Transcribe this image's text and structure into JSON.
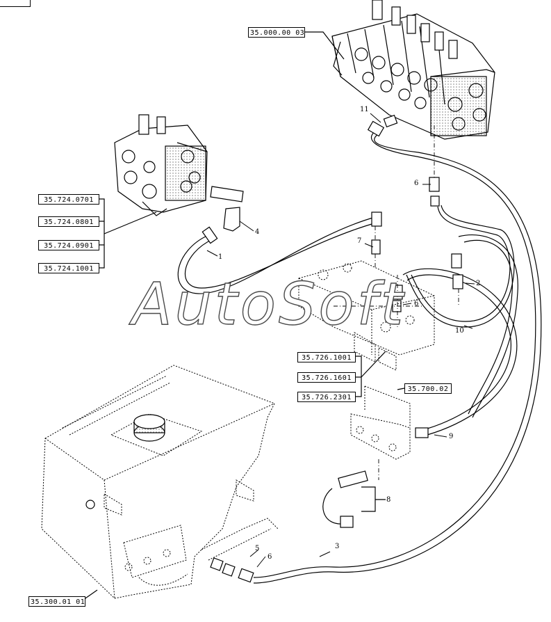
{
  "watermark": "AutoSoft",
  "refs": {
    "control_valve": "35.000.00 03",
    "aux_valve_1": "35.724.0701",
    "aux_valve_2": "35.724.0801",
    "aux_valve_3": "35.724.0901",
    "aux_valve_4": "35.724.1001",
    "block_1": "35.726.1001",
    "block_2": "35.726.1601",
    "block_3": "35.726.2301",
    "bracket": "35.700.02",
    "tank": "35.300.01 01"
  },
  "callouts": {
    "c1": "1",
    "c2": "2",
    "c3": "3",
    "c4": "4",
    "c5": "5",
    "c6a": "6",
    "c6b": "6",
    "c6c": "6",
    "c7": "7",
    "c8": "8",
    "c9": "9",
    "c10": "10",
    "c11": "11"
  }
}
